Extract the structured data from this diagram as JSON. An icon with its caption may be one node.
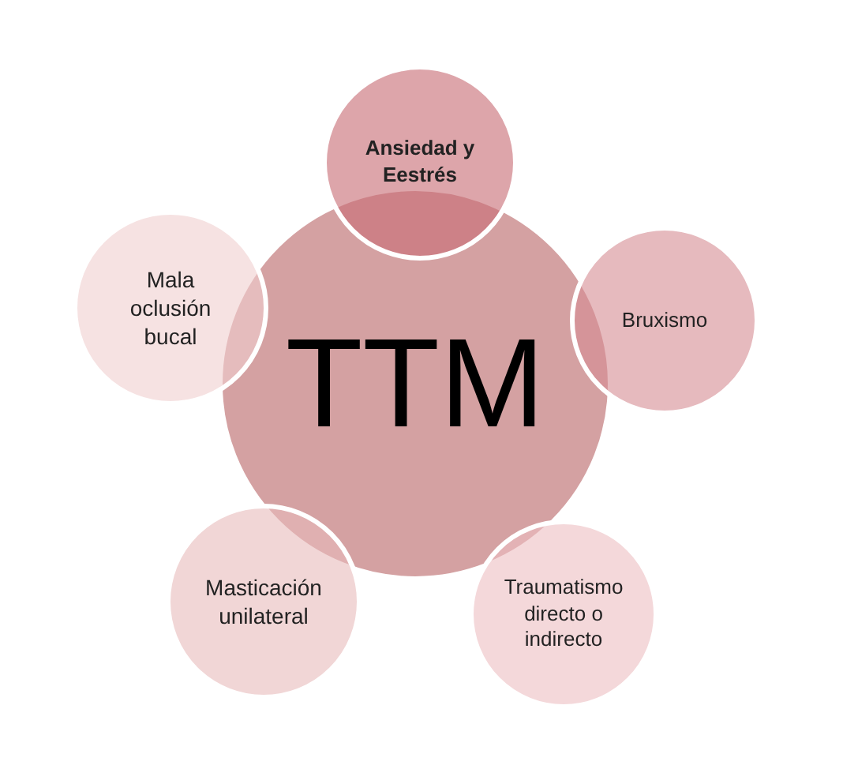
{
  "diagram": {
    "nodes": [
      {
        "text": [
          "TTM"
        ]
      },
      {
        "text": [
          "Ansiedad y Eestrés"
        ]
      },
      {
        "text": [
          "Bruxismo"
        ]
      },
      {
        "text": [
          "Traumatismo directo o indirecto"
        ]
      },
      {
        "text": [
          "Masticación unilateral"
        ]
      },
      {
        "text": [
          "Mala oclusión bucal"
        ]
      }
    ],
    "edges": []
  }
}
